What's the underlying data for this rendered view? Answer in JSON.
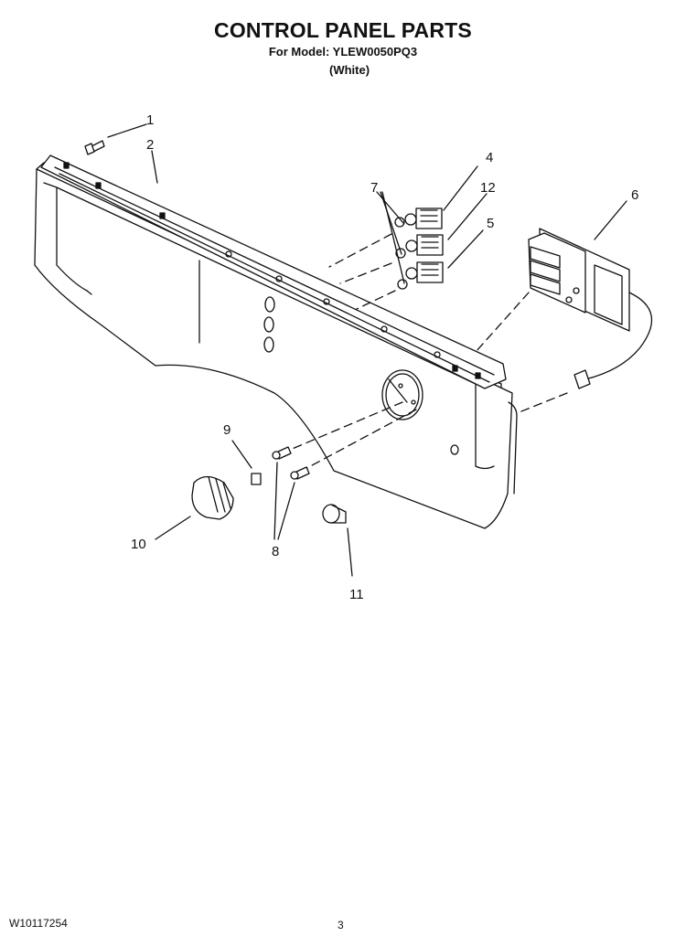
{
  "header": {
    "title": "CONTROL PANEL PARTS",
    "model_line": "For Model: YLEW0050PQ3",
    "color": "(White)"
  },
  "callouts": [
    "1",
    "2",
    "4",
    "12",
    "7",
    "5",
    "6",
    "9",
    "10",
    "8",
    "11"
  ],
  "footer": {
    "doc_number": "W10117254",
    "page_number": "3"
  }
}
